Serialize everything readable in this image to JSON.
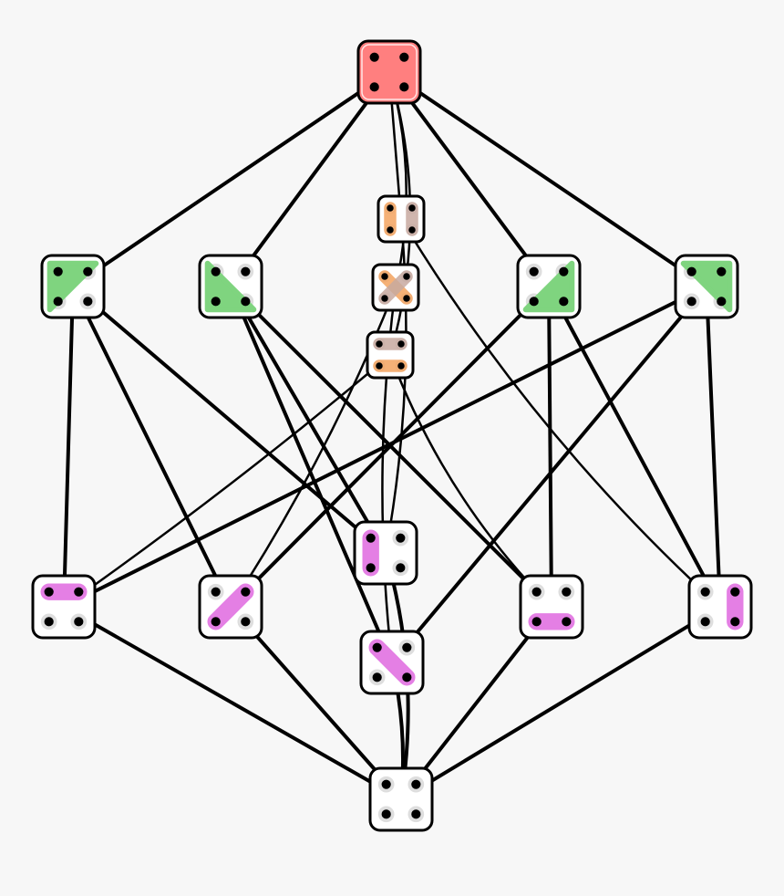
{
  "diagram": {
    "colors": {
      "background": "#f7f7f7",
      "edge": "#000000",
      "tile_fill": "#ffffff",
      "tile_border": "#000000",
      "dot": "#000000",
      "dot_halo": "#dedede",
      "top": "#ff7f7f",
      "triple": "#7fd47f",
      "pair": "#e47fe4",
      "pair_orange": "#f4a460",
      "pair_tan": "#c8aaa0"
    },
    "nodes": [
      {
        "id": "n-top",
        "kind": "full",
        "color": "top",
        "blocks": [
          [
            0,
            1,
            2,
            3
          ]
        ]
      },
      {
        "id": "n-g1",
        "kind": "triple",
        "color": "triple",
        "blocks": [
          [
            0,
            1,
            2
          ]
        ]
      },
      {
        "id": "n-g2",
        "kind": "triple",
        "color": "triple",
        "blocks": [
          [
            0,
            2,
            3
          ]
        ]
      },
      {
        "id": "n-g3",
        "kind": "triple",
        "color": "triple",
        "blocks": [
          [
            1,
            2,
            3
          ]
        ]
      },
      {
        "id": "n-g4",
        "kind": "triple",
        "color": "triple",
        "blocks": [
          [
            0,
            1,
            3
          ]
        ]
      },
      {
        "id": "n-o1",
        "kind": "two-pairs",
        "color": "pair_orange",
        "color2": "pair_tan",
        "blocks": [
          [
            0,
            2
          ],
          [
            1,
            3
          ]
        ]
      },
      {
        "id": "n-o2",
        "kind": "two-pairs",
        "color": "pair_orange",
        "color2": "pair_tan",
        "blocks": [
          [
            0,
            3
          ],
          [
            1,
            2
          ]
        ]
      },
      {
        "id": "n-o3",
        "kind": "two-pairs",
        "color": "pair_orange",
        "color2": "pair_tan",
        "blocks": [
          [
            2,
            3
          ],
          [
            0,
            1
          ]
        ]
      },
      {
        "id": "n-p1",
        "kind": "pair",
        "color": "pair",
        "blocks": [
          [
            0,
            2
          ]
        ]
      },
      {
        "id": "n-p2",
        "kind": "pair",
        "color": "pair",
        "blocks": [
          [
            1,
            2
          ]
        ]
      },
      {
        "id": "n-p3",
        "kind": "pair",
        "color": "pair",
        "blocks": [
          [
            2,
            3
          ]
        ]
      },
      {
        "id": "n-p4",
        "kind": "pair",
        "color": "pair",
        "blocks": [
          [
            0,
            1
          ]
        ]
      },
      {
        "id": "n-p5",
        "kind": "pair",
        "color": "pair",
        "blocks": [
          [
            0,
            3
          ]
        ]
      },
      {
        "id": "n-p6",
        "kind": "pair",
        "color": "pair",
        "blocks": [
          [
            1,
            3
          ]
        ]
      },
      {
        "id": "n-bottom",
        "kind": "empty",
        "color": "tile_fill",
        "blocks": []
      }
    ],
    "edges": [
      [
        "n-top",
        "n-g1"
      ],
      [
        "n-top",
        "n-g2"
      ],
      [
        "n-top",
        "n-g3"
      ],
      [
        "n-top",
        "n-g4"
      ],
      [
        "n-top",
        "n-o1"
      ],
      [
        "n-top",
        "n-o2"
      ],
      [
        "n-top",
        "n-o3"
      ],
      [
        "n-g1",
        "n-p1"
      ],
      [
        "n-g1",
        "n-p2"
      ],
      [
        "n-g1",
        "n-p4"
      ],
      [
        "n-g2",
        "n-p1"
      ],
      [
        "n-g2",
        "n-p3"
      ],
      [
        "n-g2",
        "n-p5"
      ],
      [
        "n-g3",
        "n-p2"
      ],
      [
        "n-g3",
        "n-p3"
      ],
      [
        "n-g3",
        "n-p6"
      ],
      [
        "n-g4",
        "n-p4"
      ],
      [
        "n-g4",
        "n-p5"
      ],
      [
        "n-g4",
        "n-p6"
      ],
      [
        "n-o1",
        "n-p1"
      ],
      [
        "n-o1",
        "n-p6"
      ],
      [
        "n-o2",
        "n-p2"
      ],
      [
        "n-o2",
        "n-p5"
      ],
      [
        "n-o3",
        "n-p3"
      ],
      [
        "n-o3",
        "n-p4"
      ],
      [
        "n-p1",
        "n-bottom"
      ],
      [
        "n-p2",
        "n-bottom"
      ],
      [
        "n-p3",
        "n-bottom"
      ],
      [
        "n-p4",
        "n-bottom"
      ],
      [
        "n-p5",
        "n-bottom"
      ],
      [
        "n-p6",
        "n-bottom"
      ]
    ]
  }
}
